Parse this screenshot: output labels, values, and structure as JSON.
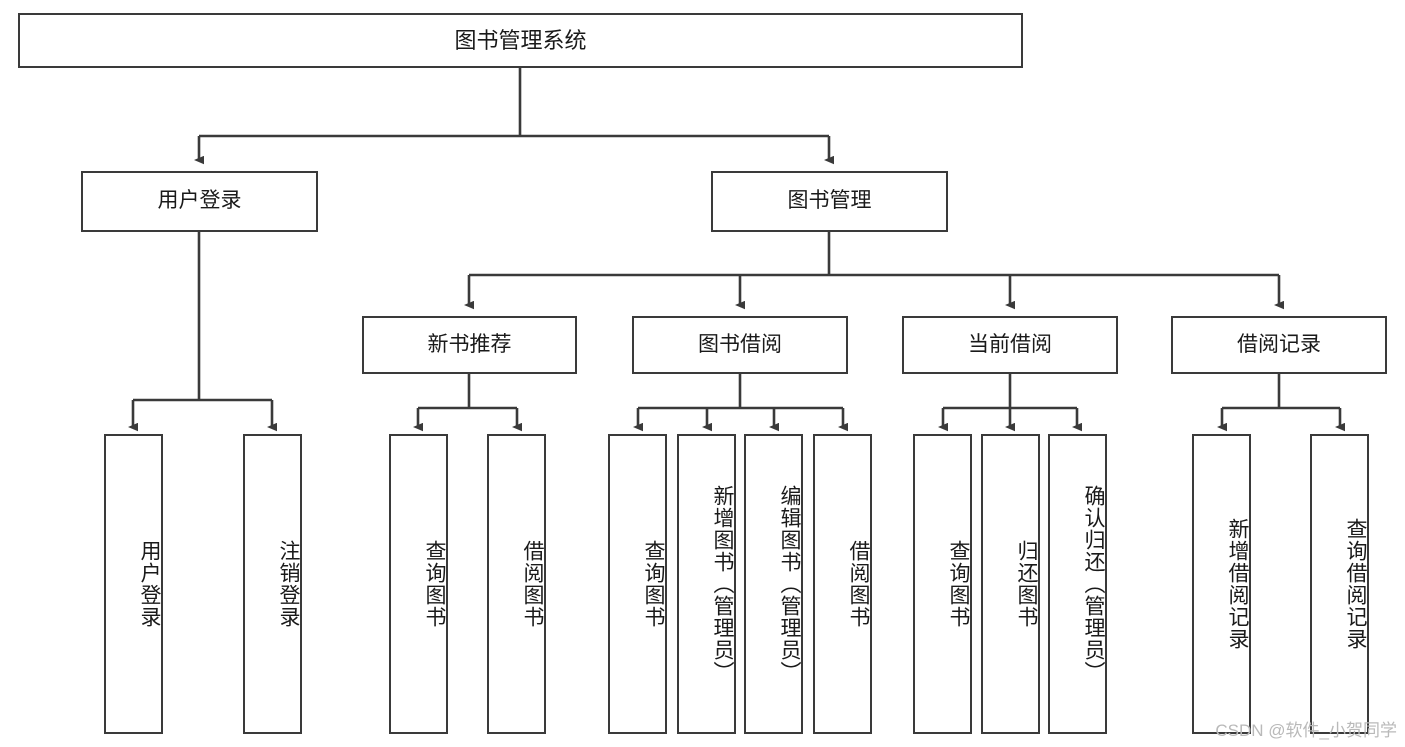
{
  "diagram": {
    "type": "tree-hierarchy",
    "title": "图书管理系统",
    "watermark": "CSDN @软件_小贺同学",
    "colors": {
      "box_border": "#3a3a3a",
      "box_fill": "#ffffff",
      "connector": "#3a3a3a",
      "text": "#1a1a1a",
      "watermark": "#b9b9b9"
    },
    "nodes": {
      "root": {
        "label": "图书管理系统"
      },
      "level2": [
        {
          "label": "用户登录"
        },
        {
          "label": "图书管理"
        }
      ],
      "level3": [
        {
          "label": "新书推荐"
        },
        {
          "label": "图书借阅"
        },
        {
          "label": "当前借阅"
        },
        {
          "label": "借阅记录"
        }
      ],
      "leaves": {
        "user_login": [
          {
            "label": "用户登录"
          },
          {
            "label": "注销登录"
          }
        ],
        "new_book_recommend": [
          {
            "label": "查询图书"
          },
          {
            "label": "借阅图书"
          }
        ],
        "book_borrow": [
          {
            "label": "查询图书"
          },
          {
            "label": "新增图书（管理员）"
          },
          {
            "label": "编辑图书（管理员）"
          },
          {
            "label": "借阅图书"
          }
        ],
        "current_borrow": [
          {
            "label": "查询图书"
          },
          {
            "label": "归还图书"
          },
          {
            "label": "确认归还（管理员）"
          }
        ],
        "borrow_record": [
          {
            "label": "新增借阅记录"
          },
          {
            "label": "查询借阅记录"
          }
        ]
      }
    }
  }
}
